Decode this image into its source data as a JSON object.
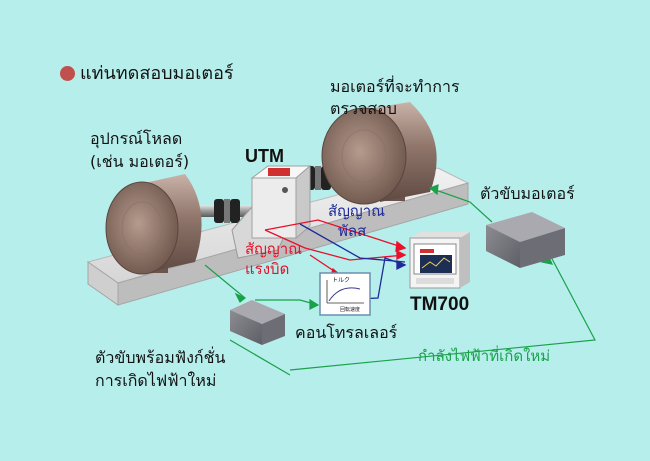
{
  "title": "แท่นทดสอบมอเตอร์",
  "labels": {
    "motor_under_test_1": "มอเตอร์ที่จะทำการ",
    "motor_under_test_2": "ตรวจสอบ",
    "load_device_1": "อุปกรณ์โหลด",
    "load_device_2": "(เช่น มอเตอร์)",
    "utm": "UTM",
    "motor_driver": "ตัวขับมอเตอร์",
    "pulse_signal_1": "สัญญาณ",
    "pulse_signal_2": "พัลส",
    "torque_signal_1": "สัญญาณ",
    "torque_signal_2": "แรงบิด",
    "tm700": "TM700",
    "controller": "คอนโทรลเลอร์",
    "regen_driver_1": "ตัวขับพร้อมฟังก์ชั่น",
    "regen_driver_2": "การเกิดไฟฟ้าใหม่",
    "regen_power": "กำลังไฟฟ้าที่เกิดใหม่"
  },
  "chart_panel": {
    "top_label": "トルク",
    "bottom_label": "回転速度"
  },
  "colors": {
    "background": "#b6eeec",
    "torque_signal": "#e8102a",
    "pulse_signal": "#1f2a9a",
    "power_line": "#1aa14a",
    "title_dot": "#c0504d"
  }
}
